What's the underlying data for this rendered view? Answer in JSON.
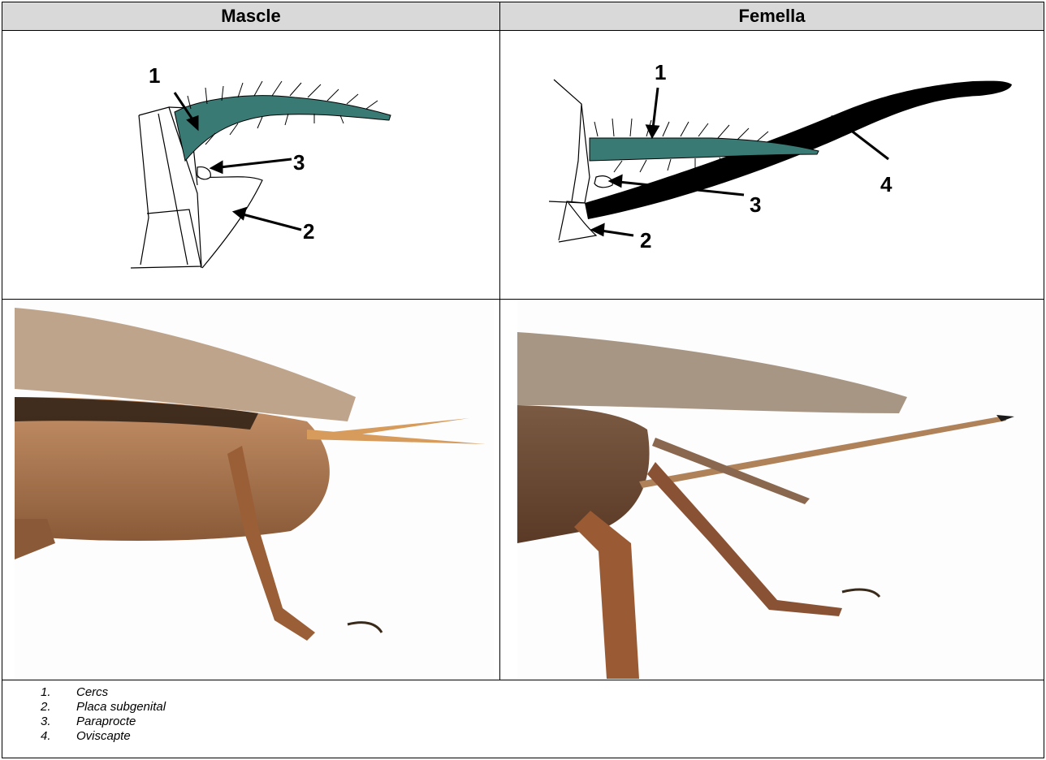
{
  "headers": {
    "male": "Mascle",
    "female": "Femella"
  },
  "diagram_labels": {
    "male": [
      "1",
      "3",
      "2"
    ],
    "female": [
      "1",
      "4",
      "3",
      "2"
    ]
  },
  "legend": [
    {
      "num": "1.",
      "text": "Cercs"
    },
    {
      "num": "2.",
      "text": "Placa subgenital"
    },
    {
      "num": "3.",
      "text": "Paraprocte"
    },
    {
      "num": "4.",
      "text": "Oviscapte"
    }
  ],
  "colors": {
    "cercus": "#3a7a74",
    "ovipositor": "#000000",
    "header_bg": "#d9d9d9",
    "insect_body": "#b07a4e",
    "wing": "#b89a80"
  }
}
